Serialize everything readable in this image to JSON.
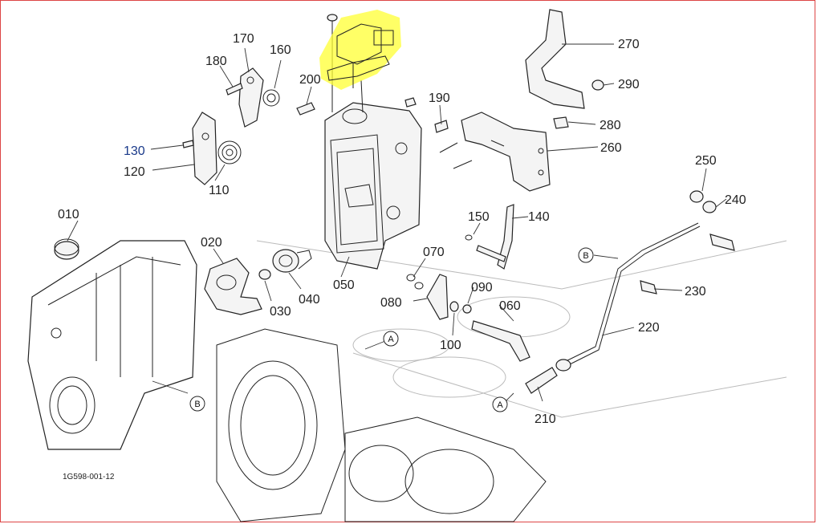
{
  "diagram_code": "1G598-001-12",
  "highlight_color": "#ffff33",
  "labels": {
    "p010": "010",
    "p020": "020",
    "p030": "030",
    "p040": "040",
    "p050": "050",
    "p060": "060",
    "p070": "070",
    "p080": "080",
    "p090": "090",
    "p100": "100",
    "p110": "110",
    "p120": "120",
    "p130": "130",
    "p140": "140",
    "p150": "150",
    "p160": "160",
    "p170": "170",
    "p180": "180",
    "p190": "190",
    "p200": "200",
    "p210": "210",
    "p220": "220",
    "p230": "230",
    "p240": "240",
    "p250": "250",
    "p260": "260",
    "p270": "270",
    "p280": "280",
    "p290": "290"
  },
  "refs": {
    "a": "A",
    "b": "B"
  }
}
